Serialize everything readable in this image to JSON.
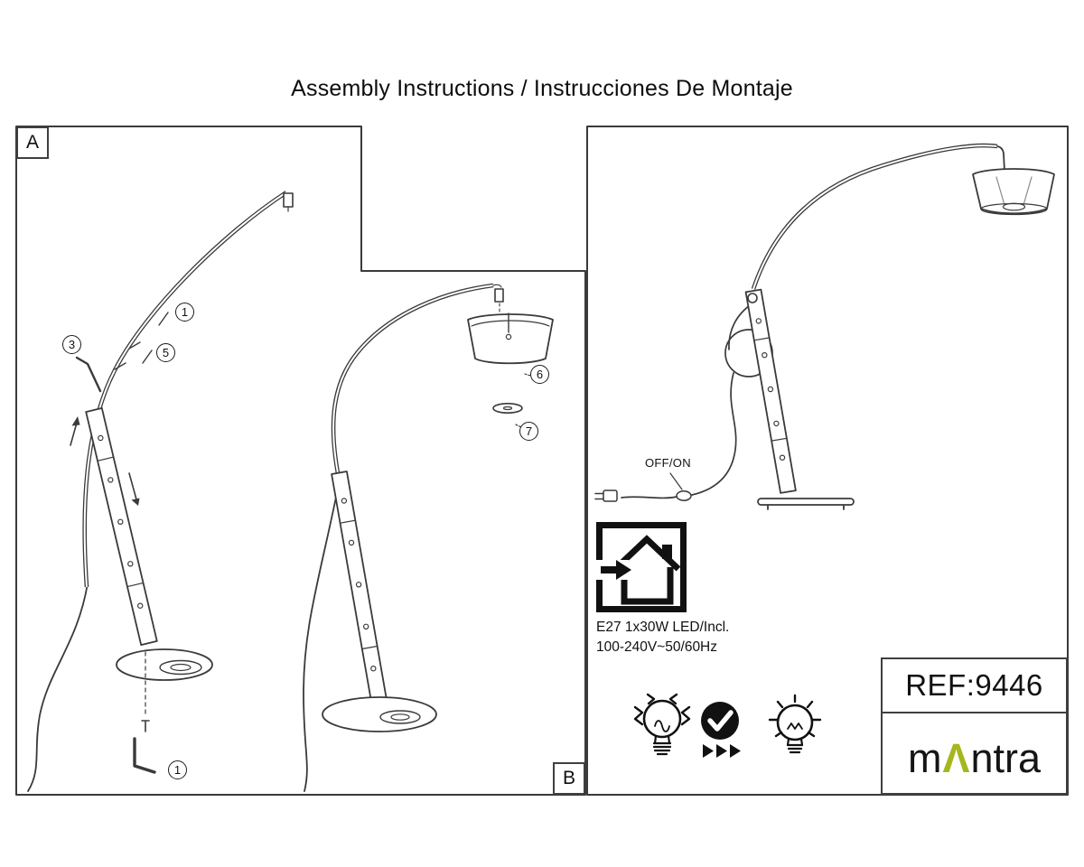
{
  "page": {
    "title": "Assembly Instructions / Instrucciones De Montaje"
  },
  "panels": {
    "a_label": "A",
    "b_label": "B"
  },
  "step_markers": {
    "pole_upper": "1",
    "pin": "3",
    "pole_lower": "5",
    "shade": "6",
    "diffuser": "7",
    "allen_key": "1"
  },
  "assembled_view": {
    "switch_label": "OFF/ON"
  },
  "specs": {
    "lamp": "E27 1x30W LED/Incl.",
    "power": "100-240V~50/60Hz"
  },
  "reference": {
    "label": "REF:9446"
  },
  "brand": {
    "part1": "m",
    "caret": "Λ",
    "part2": "ntra",
    "caret_color": "#a5b71e"
  },
  "colors": {
    "line": "#3a3a3a",
    "brand_green": "#a5b71e",
    "icon_black": "#111111"
  },
  "icons": {
    "indoor_use": "house-arrow",
    "rough_service": "bulb-zigzag",
    "approved": "check-circle-triangles",
    "light": "bulb-rays"
  }
}
